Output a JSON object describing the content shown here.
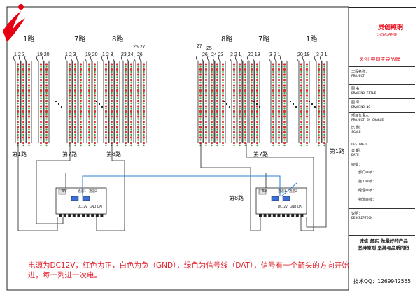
{
  "diagram": {
    "left_group": {
      "routes": [
        "1路",
        "7路",
        "8路"
      ],
      "pin_labels": [
        "1 2 3",
        "19 20",
        "1 2 3",
        "19 20",
        "1 2 3",
        "23 24",
        "26",
        "25 27"
      ],
      "channel_labels": [
        "第1路",
        "第7路",
        "第8路"
      ]
    },
    "right_group": {
      "routes": [
        "8路",
        "7路",
        "1路"
      ],
      "pin_labels": [
        "27",
        "25",
        "26",
        "24 23",
        "3 2 1",
        "20 19",
        "3 2 1",
        "20 19",
        "3 2 1"
      ],
      "channel_labels": [
        "第8路",
        "第7路",
        "第1路"
      ]
    },
    "controller": {
      "box_label": "5V",
      "port_labels": [
        "通道1",
        "通道2"
      ],
      "bottom_labels": [
        "DC12V",
        "GND",
        "DAT"
      ]
    },
    "note": "电源为DC12V，红色为正，白色为负（GND），绿色为信号线（DAT），信号有一个箭头的方向开始进，每一列进一次电。",
    "colors": {
      "wire_blue": "#2e7fd0",
      "note_red": "#e0202a",
      "brand_red": "#e60012",
      "led_red": "#d83030",
      "led_green": "#3aa040"
    }
  },
  "title_block": {
    "brand_name": "灵创照明",
    "brand_latin": "L-CHUANG",
    "brand_tagline": "灵创-中国主导品牌",
    "rows": [
      {
        "cn": "工程名称：",
        "en": "PROJECT"
      },
      {
        "cn": "图 名：",
        "en": "DRAWING TITLE"
      },
      {
        "cn": "图 号：",
        "en": "DRAWING NO"
      },
      {
        "cn": "项目负责人：",
        "en": "PROJECT IN CHARGE"
      },
      {
        "cn": "比 例：",
        "en": "SCALE"
      },
      {
        "cn": "",
        "en": "DESIGNED"
      },
      {
        "cn": "日 期：",
        "en": "DATE"
      },
      {
        "cn": "审批：",
        "en": ""
      },
      {
        "cn": "说明：",
        "en": "DESCRIPTION"
      }
    ],
    "approvals": [
      "部门审核：",
      "施工审核：",
      "经理审核：",
      "物流审核："
    ],
    "slogan_1": "诚信 务实 做最好的产品",
    "slogan_2": "坚持原则 坚持与品质同行",
    "tech_qq": "技术QQ：1269942555"
  }
}
